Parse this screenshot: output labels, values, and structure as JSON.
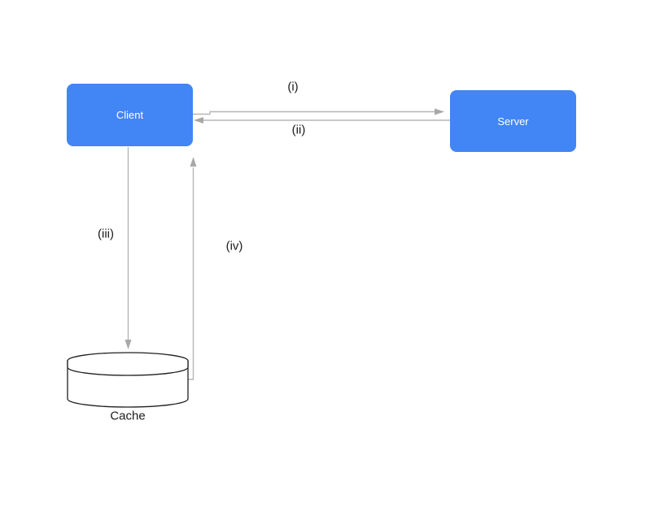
{
  "diagram": {
    "nodes": {
      "client": {
        "label": "Client",
        "shape": "rounded-rectangle"
      },
      "server": {
        "label": "Server",
        "shape": "rounded-rectangle"
      },
      "cache": {
        "label": "Cache",
        "shape": "cylinder"
      }
    },
    "edges": [
      {
        "id": "i",
        "label": "(i)",
        "from": "client",
        "to": "server",
        "direction": "right"
      },
      {
        "id": "ii",
        "label": "(ii)",
        "from": "server",
        "to": "client",
        "direction": "left"
      },
      {
        "id": "iii",
        "label": "(iii)",
        "from": "client",
        "to": "cache",
        "direction": "down"
      },
      {
        "id": "iv",
        "label": "(iv)",
        "from": "cache",
        "to": "client",
        "direction": "up"
      }
    ],
    "colors": {
      "node_fill": "#4285f4",
      "node_text": "#ffffff",
      "arrow_line": "#b5b5b5",
      "arrow_head": "#a8a8a8",
      "label_text": "#1a1a1a",
      "shape_stroke": "#1f1f1f",
      "canvas_bg": "#ffffff"
    }
  }
}
